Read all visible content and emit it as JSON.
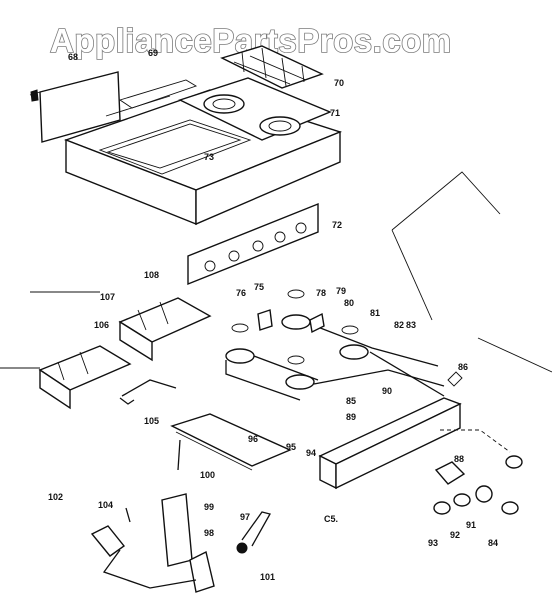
{
  "watermark": "AppliancePartsPros.com",
  "part_numbers": [
    {
      "id": "p68",
      "text": "68"
    },
    {
      "id": "p69",
      "text": "69"
    },
    {
      "id": "p70",
      "text": "70"
    },
    {
      "id": "p71",
      "text": "71"
    },
    {
      "id": "p72",
      "text": "72"
    },
    {
      "id": "p73",
      "text": "73"
    },
    {
      "id": "p75",
      "text": "75"
    },
    {
      "id": "p76",
      "text": "76"
    },
    {
      "id": "p78",
      "text": "78"
    },
    {
      "id": "p79",
      "text": "79"
    },
    {
      "id": "p80",
      "text": "80"
    },
    {
      "id": "p81",
      "text": "81"
    },
    {
      "id": "p82",
      "text": "82"
    },
    {
      "id": "p83",
      "text": "83"
    },
    {
      "id": "p84",
      "text": "84"
    },
    {
      "id": "p85",
      "text": "85"
    },
    {
      "id": "p86",
      "text": "86"
    },
    {
      "id": "p88",
      "text": "88"
    },
    {
      "id": "p89",
      "text": "89"
    },
    {
      "id": "p90",
      "text": "90"
    },
    {
      "id": "p91",
      "text": "91"
    },
    {
      "id": "p92",
      "text": "92"
    },
    {
      "id": "p93",
      "text": "93"
    },
    {
      "id": "p94",
      "text": "94"
    },
    {
      "id": "p95",
      "text": "95"
    },
    {
      "id": "p96",
      "text": "96"
    },
    {
      "id": "p97",
      "text": "97"
    },
    {
      "id": "p98",
      "text": "98"
    },
    {
      "id": "p99",
      "text": "99"
    },
    {
      "id": "p100",
      "text": "100"
    },
    {
      "id": "p101",
      "text": "101"
    },
    {
      "id": "p102",
      "text": "102"
    },
    {
      "id": "p104",
      "text": "104"
    },
    {
      "id": "p105",
      "text": "105"
    },
    {
      "id": "p106",
      "text": "106"
    },
    {
      "id": "p107",
      "text": "107"
    },
    {
      "id": "p108",
      "text": "108"
    },
    {
      "id": "p_cs",
      "text": "C5."
    }
  ]
}
